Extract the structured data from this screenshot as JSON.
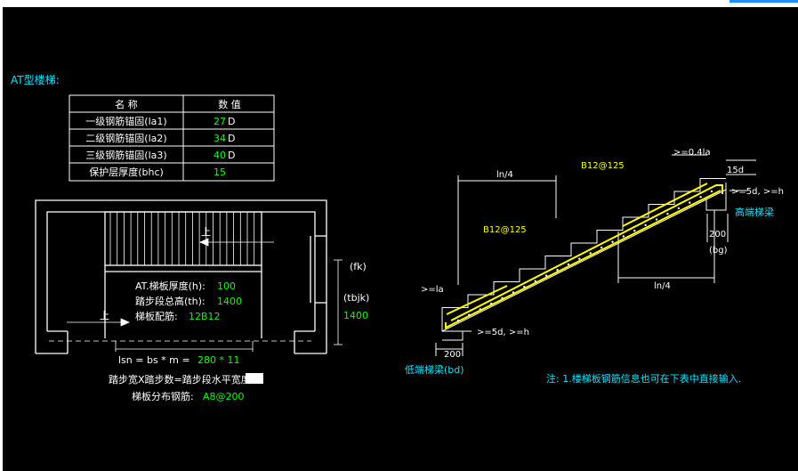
{
  "topbar_color": "#1e90ff",
  "title": "AT型楼梯:",
  "table": {
    "headers": [
      "名 称",
      "数 值"
    ],
    "rows": [
      {
        "name": "一级钢筋锚固(la1)",
        "value": "27",
        "unit": "D"
      },
      {
        "name": "二级钢筋锚固(la2)",
        "value": "34",
        "unit": "D"
      },
      {
        "name": "三级钢筋锚固(la3)",
        "value": "40",
        "unit": "D"
      },
      {
        "name": "保护层厚度(bhc)",
        "value": "15",
        "unit": ""
      }
    ]
  },
  "plan": {
    "up_label_1": "上",
    "up_label_2": "上",
    "thickness_label": "AT.梯板厚度(h):",
    "thickness_value": "100",
    "total_height_label": "踏步段总高(th):",
    "total_height_value": "1400",
    "rebar_label": "梯板配筋:",
    "rebar_value": "12B12",
    "fk_label": "(fk)",
    "tbjk_label": "(tbjk)",
    "tbjk_value": "1400",
    "lsn_formula_prefix": "lsn = bs * m =",
    "lsn_formula_value": "280 * 11",
    "step_width_label": "踏步宽X踏步数=踏步段水平宽度",
    "dist_rebar_label": "梯板分布钢筋:",
    "dist_rebar_value": "A8@200"
  },
  "section": {
    "top_rebar_upper": "B12@125",
    "top_rebar_lower": "B12@125",
    "ln4_upper": "ln/4",
    "ln4_lower": "ln/4",
    "la_label": ">=0.4la",
    "five_d_top": "15d",
    "five_d_h_upper": ">=5d, >=h",
    "high_beam": "高端梯梁",
    "dim_200_right": "200",
    "bg_label": "(bg)",
    "la_left": ">=la",
    "five_d_h_lower": ">=5d, >=h",
    "dim_200_left": "200",
    "low_beam": "低端梯梁(bd)",
    "note": "注: 1.楼梯板钢筋信息也可在下表中直接输入."
  },
  "colors": {
    "background": "#000000",
    "line": "#ffffff",
    "cyan": "#00e5ff",
    "green": "#00ff00",
    "yellow": "#ffff00"
  }
}
